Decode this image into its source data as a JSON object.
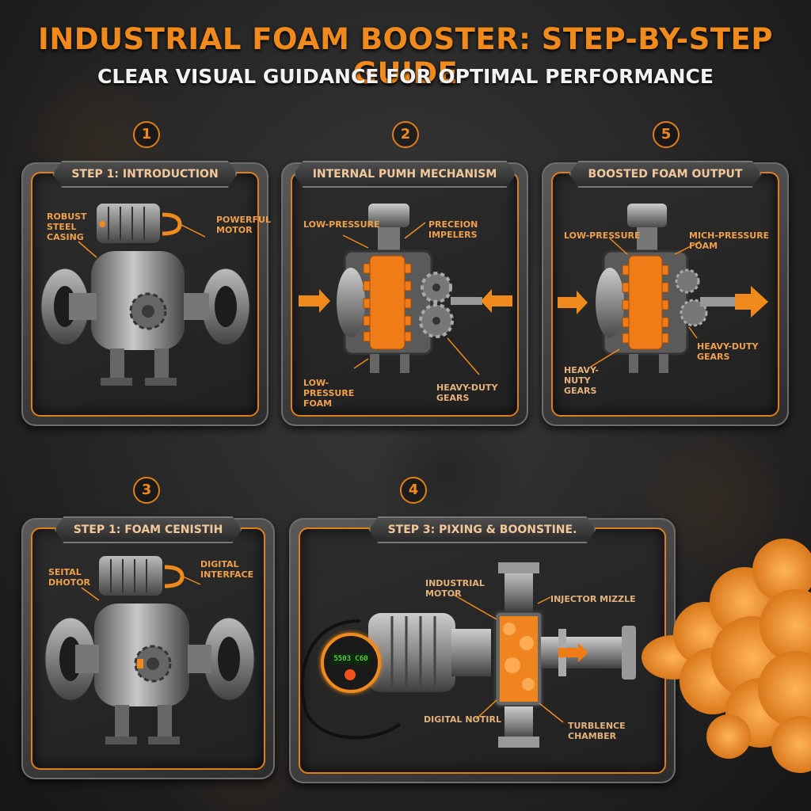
{
  "title": "INDUSTRIAL FOAM BOOSTER: STEP-BY-STEP GUIDE",
  "subtitle": "CLEAR VISUAL GUIDANCE FOR OPTIMAL PERFORMANCE",
  "panels": [
    {
      "number": "1",
      "heading": "STEP 1: INTRODUCTION",
      "labels": [
        "ROBUST STEEL CASING",
        "POWERFUL MOTOR"
      ]
    },
    {
      "number": "2",
      "heading": "INTERNAL PUMH MECHANISM",
      "labels": [
        "LOW-PRESSURE",
        "PRECEION IMPELERS",
        "LOW-PRESSURE FOAM",
        "HEAVY-DUTY GEARS"
      ]
    },
    {
      "number": "5",
      "heading": "BOOSTED FOAM OUTPUT",
      "labels": [
        "LOW-PRESSURE",
        "MICH-PRESSURE FOAM",
        "HEAVY-DUTY GEARS",
        "HEAVY-NUTY GEARS"
      ]
    },
    {
      "number": "3",
      "heading": "STEP 1: FOAM CENISTIH",
      "labels": [
        "SEITAL DHOTOR",
        "DIGITAL INTERFACE"
      ]
    },
    {
      "number": "4",
      "heading": "STEP 3: PIXING & BOONSTINE.",
      "labels": [
        "INDUSTRIAL MOTOR",
        "INJECTOR MIZZLE",
        "DIGITAL NOTIRL",
        "TURBLENCE CHAMBER"
      ],
      "display": "5503 C60"
    }
  ],
  "colors": {
    "accent": "#f08a1c",
    "foam": "#f5a040",
    "steel": "#8a8a8a"
  }
}
